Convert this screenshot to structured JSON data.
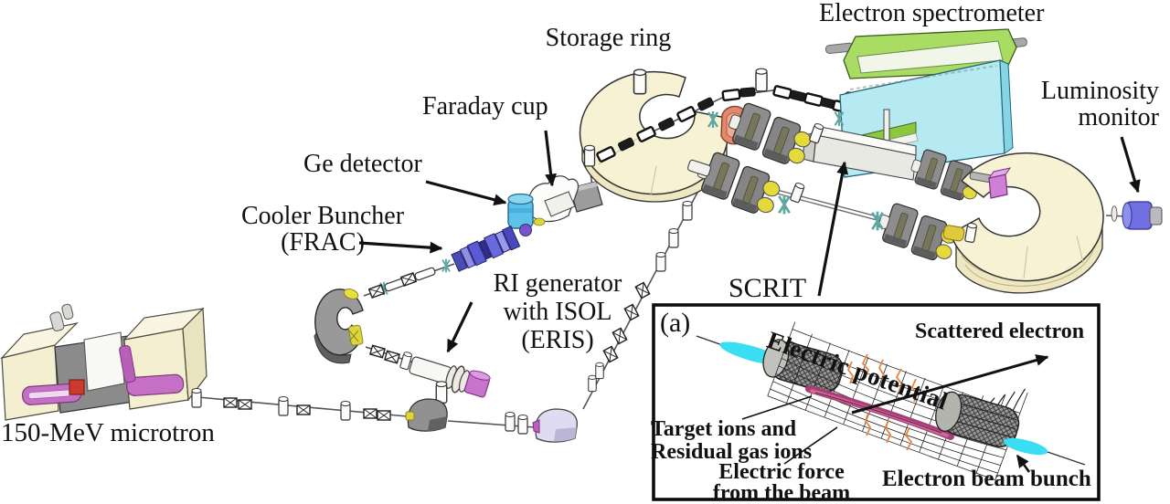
{
  "diagram": {
    "labels": {
      "storage_ring": "Storage ring",
      "electron_spectrometer": "Electron spectrometer",
      "luminosity_monitor_line1": "Luminosity",
      "luminosity_monitor_line2": "monitor",
      "faraday_cup": "Faraday cup",
      "ge_detector": "Ge detector",
      "cooler_buncher_line1": "Cooler Buncher",
      "cooler_buncher_line2": "(FRAC)",
      "ri_generator_line1": "RI generator",
      "ri_generator_line2": "with ISOL",
      "ri_generator_line3": "(ERIS)",
      "microtron": "150-MeV microtron",
      "scrit": "SCRIT"
    },
    "inset": {
      "panel_tag": "(a)",
      "electric_potential": "Electric potential",
      "scattered_electron": "Scattered electron",
      "target_ions_line1": "Target ions and",
      "target_ions_line2": "Residual gas ions",
      "electric_force_line1": "Electric force",
      "electric_force_line2": "from the beam",
      "electron_beam_bunch": "Electron beam bunch"
    },
    "colors": {
      "dipole_cream": "#f7f2d4",
      "magnet_gray": "#909090",
      "coil_yellow": "#e4da3c",
      "spectrometer_cyan": "#b5eaf2",
      "spectrometer_green": "#a8dc62",
      "ge_detector_blue": "#5cc2e9",
      "frac_blue": "#5a5ad6",
      "eris_magenta": "#c873ce",
      "luminosity_blue": "#6f6fe2",
      "steerer_orange": "#e2886b",
      "beam_cyan": "#3adef2",
      "ion_pink": "#b0437a",
      "force_orange": "#e8833c",
      "inset_border": "#111111"
    }
  }
}
